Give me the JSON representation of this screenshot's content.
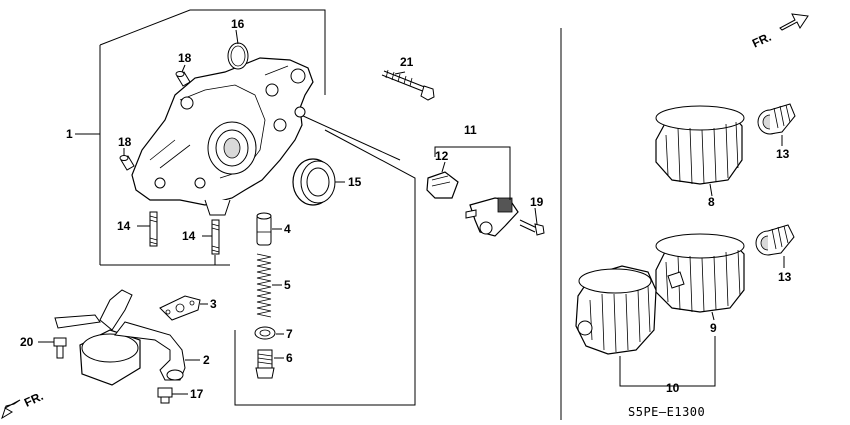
{
  "diagram": {
    "code": "S5PE–E1300",
    "direction_label": "FR.",
    "callouts": {
      "c1": "1",
      "c2": "2",
      "c3": "3",
      "c4": "4",
      "c5": "5",
      "c6": "6",
      "c7": "7",
      "c8": "8",
      "c9": "9",
      "c10": "10",
      "c11": "11",
      "c12": "12",
      "c13a": "13",
      "c13b": "13",
      "c14a": "14",
      "c14b": "14",
      "c15": "15",
      "c16": "16",
      "c17": "17",
      "c18a": "18",
      "c18b": "18",
      "c19": "19",
      "c20": "20",
      "c21": "21"
    }
  }
}
